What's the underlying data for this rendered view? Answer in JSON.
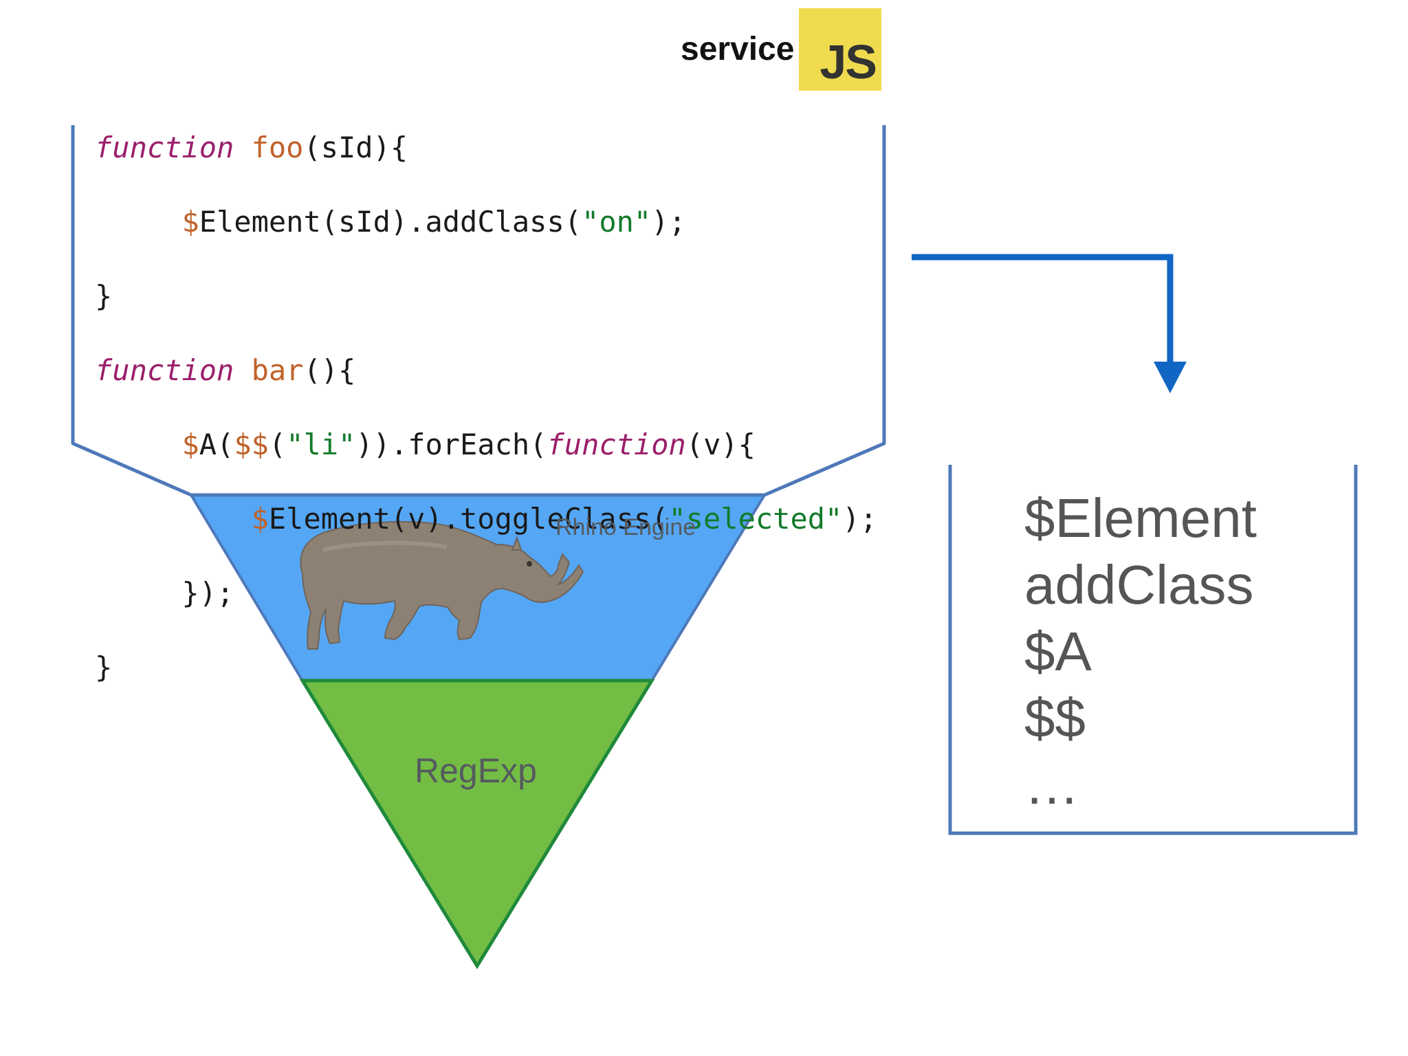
{
  "header": {
    "label": "service",
    "logo": {
      "text": "JS",
      "background": "#f0db4f",
      "text_color": "#323330"
    }
  },
  "code": {
    "lines": [
      [
        {
          "t": "kw",
          "v": "function"
        },
        {
          "t": "plain",
          "v": " "
        },
        {
          "t": "fn",
          "v": "foo"
        },
        {
          "t": "plain",
          "v": "(sId){"
        }
      ],
      [
        {
          "t": "plain",
          "v": "     "
        },
        {
          "t": "fn",
          "v": "$"
        },
        {
          "t": "plain",
          "v": "Element(sId).addClass("
        },
        {
          "t": "str",
          "v": "\"on\""
        },
        {
          "t": "plain",
          "v": ");"
        }
      ],
      [
        {
          "t": "plain",
          "v": "}"
        }
      ],
      [
        {
          "t": "kw",
          "v": "function"
        },
        {
          "t": "plain",
          "v": " "
        },
        {
          "t": "fn",
          "v": "bar"
        },
        {
          "t": "plain",
          "v": "(){"
        }
      ],
      [
        {
          "t": "plain",
          "v": "     "
        },
        {
          "t": "fn",
          "v": "$"
        },
        {
          "t": "plain",
          "v": "A("
        },
        {
          "t": "fn",
          "v": "$$"
        },
        {
          "t": "plain",
          "v": "("
        },
        {
          "t": "str",
          "v": "\"li\""
        },
        {
          "t": "plain",
          "v": ")).forEach("
        },
        {
          "t": "kw",
          "v": "function"
        },
        {
          "t": "plain",
          "v": "(v){"
        }
      ],
      [
        {
          "t": "plain",
          "v": "         "
        },
        {
          "t": "fn",
          "v": "$"
        },
        {
          "t": "plain",
          "v": "Element(v).toggleClass("
        },
        {
          "t": "str",
          "v": "\"selected\""
        },
        {
          "t": "plain",
          "v": ");"
        }
      ],
      [
        {
          "t": "plain",
          "v": "     });"
        }
      ],
      [
        {
          "t": "plain",
          "v": "}"
        }
      ]
    ]
  },
  "funnel": {
    "top_label": "Rhino Engine",
    "bottom_label": "RegExp",
    "top_color": "#55a7f5",
    "bottom_color": "#73bd44",
    "image": "rhino-image"
  },
  "output": {
    "items": [
      "$Element",
      "addClass",
      "$A",
      "$$",
      "…"
    ]
  },
  "colors": {
    "outline": "#4e78b9",
    "arrow": "#1166c4",
    "funnel_bottom_stroke": "#1f8a3a"
  }
}
